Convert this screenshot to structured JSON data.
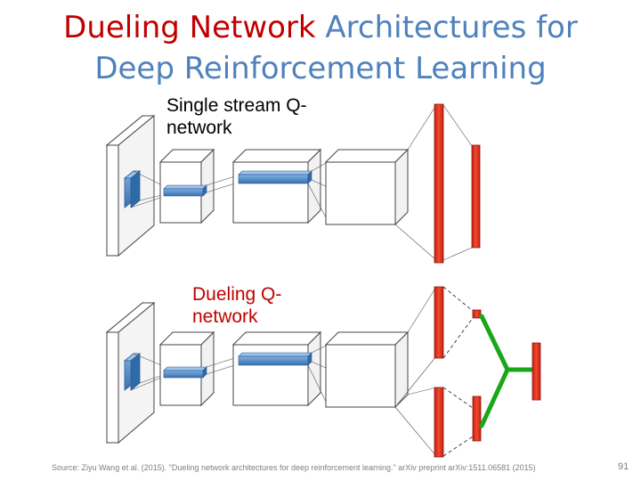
{
  "slide": {
    "title_highlight": "Dueling Network",
    "title_rest_line1": " Architectures for",
    "title_line2": "Deep Reinforcement Learning",
    "single_stream_label": "Single stream Q-network",
    "dueling_label": "Dueling Q-network",
    "source": "Source: Ziyu Wang et al. (2015). \"Dueling network architectures for deep reinforcement learning.\" arXiv preprint arXiv:1511.06581 (2015)",
    "slide_number": "91"
  },
  "colors": {
    "title_blue": "#4f81bd",
    "title_red": "#c00000",
    "layer_red": "#e8321e",
    "stream_green": "#1aa61a",
    "filter_blue": "#4a86c8"
  }
}
